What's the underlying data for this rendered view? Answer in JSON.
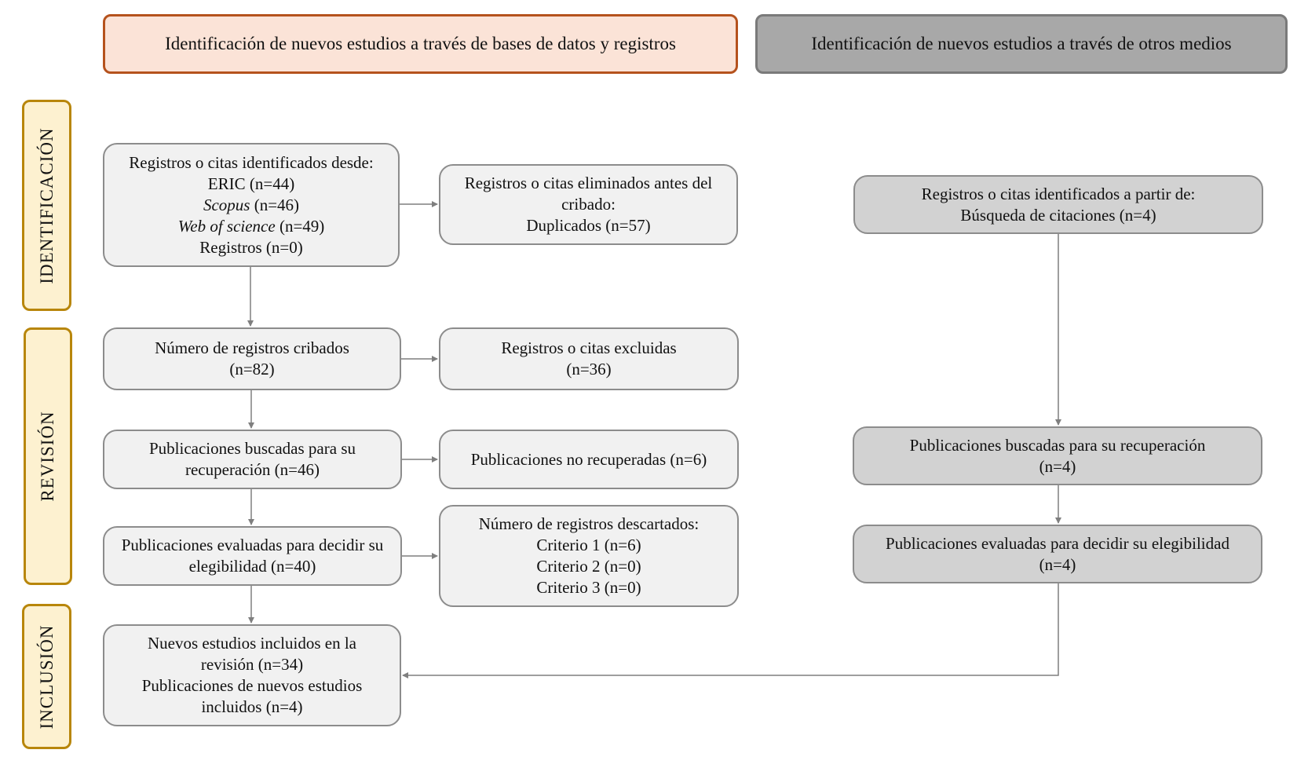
{
  "headers": {
    "databases": "Identificación de nuevos estudios a través de bases de datos y registros",
    "other": "Identificación de nuevos estudios a través de otros medios"
  },
  "phases": {
    "identification": "IDENTIFICACIÓN",
    "review": "REVISIÓN",
    "inclusion": "INCLUSIÓN"
  },
  "db": {
    "identified": {
      "title": "Registros o citas identificados desde:",
      "eric": "ERIC (n=44)",
      "scopus_name": "Scopus",
      "scopus_count": "(n=46)",
      "wos_name": "Web of science",
      "wos_count": "(n=49)",
      "registros": "Registros (n=0)"
    },
    "removed": {
      "line1": "Registros o citas eliminados antes del",
      "line2": "cribado:",
      "line3": "Duplicados (n=57)"
    },
    "screened": {
      "line1": "Número de registros cribados",
      "line2": "(n=82)"
    },
    "excluded": {
      "line1": "Registros o citas excluidas",
      "line2": "(n=36)"
    },
    "sought": {
      "line1": "Publicaciones buscadas para su",
      "line2": "recuperación (n=46)"
    },
    "not_retrieved": {
      "line1": "Publicaciones no recuperadas (n=6)"
    },
    "assessed": {
      "line1": "Publicaciones evaluadas para decidir su",
      "line2": "elegibilidad (n=40)"
    },
    "discarded": {
      "line1": "Número de registros descartados:",
      "line2": "Criterio 1 (n=6)",
      "line3": "Criterio 2 (n=0)",
      "line4": "Criterio 3 (n=0)"
    },
    "included": {
      "line1": "Nuevos estudios incluidos en la",
      "line2": "revisión (n=34)",
      "line3": "Publicaciones de nuevos estudios",
      "line4": "incluidos (n=4)"
    }
  },
  "other": {
    "identified": {
      "line1": "Registros o citas identificados a partir de:",
      "line2": "Búsqueda de citaciones (n=4)"
    },
    "sought": {
      "line1": "Publicaciones buscadas para su recuperación",
      "line2": "(n=4)"
    },
    "assessed": {
      "line1": "Publicaciones evaluadas para decidir su elegibilidad",
      "line2": "(n=4)"
    }
  }
}
